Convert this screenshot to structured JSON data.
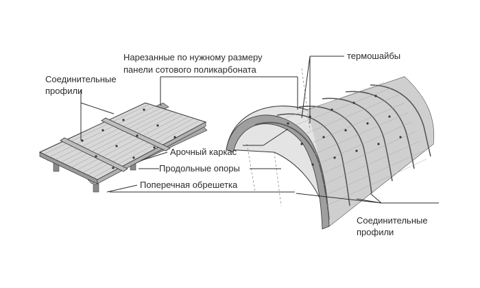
{
  "labels": {
    "panels_line1": "Нарезанные по нужному размеру",
    "panels_line2": "панели сотового поликарбоната",
    "thermo_washers": "термошайбы",
    "connecting_profiles_left_line1": "Соединительные",
    "connecting_profiles_left_line2": "профили",
    "arch_frame": "Арочный каркас",
    "longitudinal_supports": "Продольные опоры",
    "cross_lathing": "Поперечная обрешетка",
    "connecting_profiles_right_line1": "Соединительные",
    "connecting_profiles_right_line2": "профили"
  },
  "colors": {
    "ink": "#2a2a2a",
    "panel_fill": "#d8d8d8",
    "panel_dark": "#9a9a9a",
    "arch_fill": "#e4e4e4",
    "arch_shade": "#bdbdbd"
  }
}
